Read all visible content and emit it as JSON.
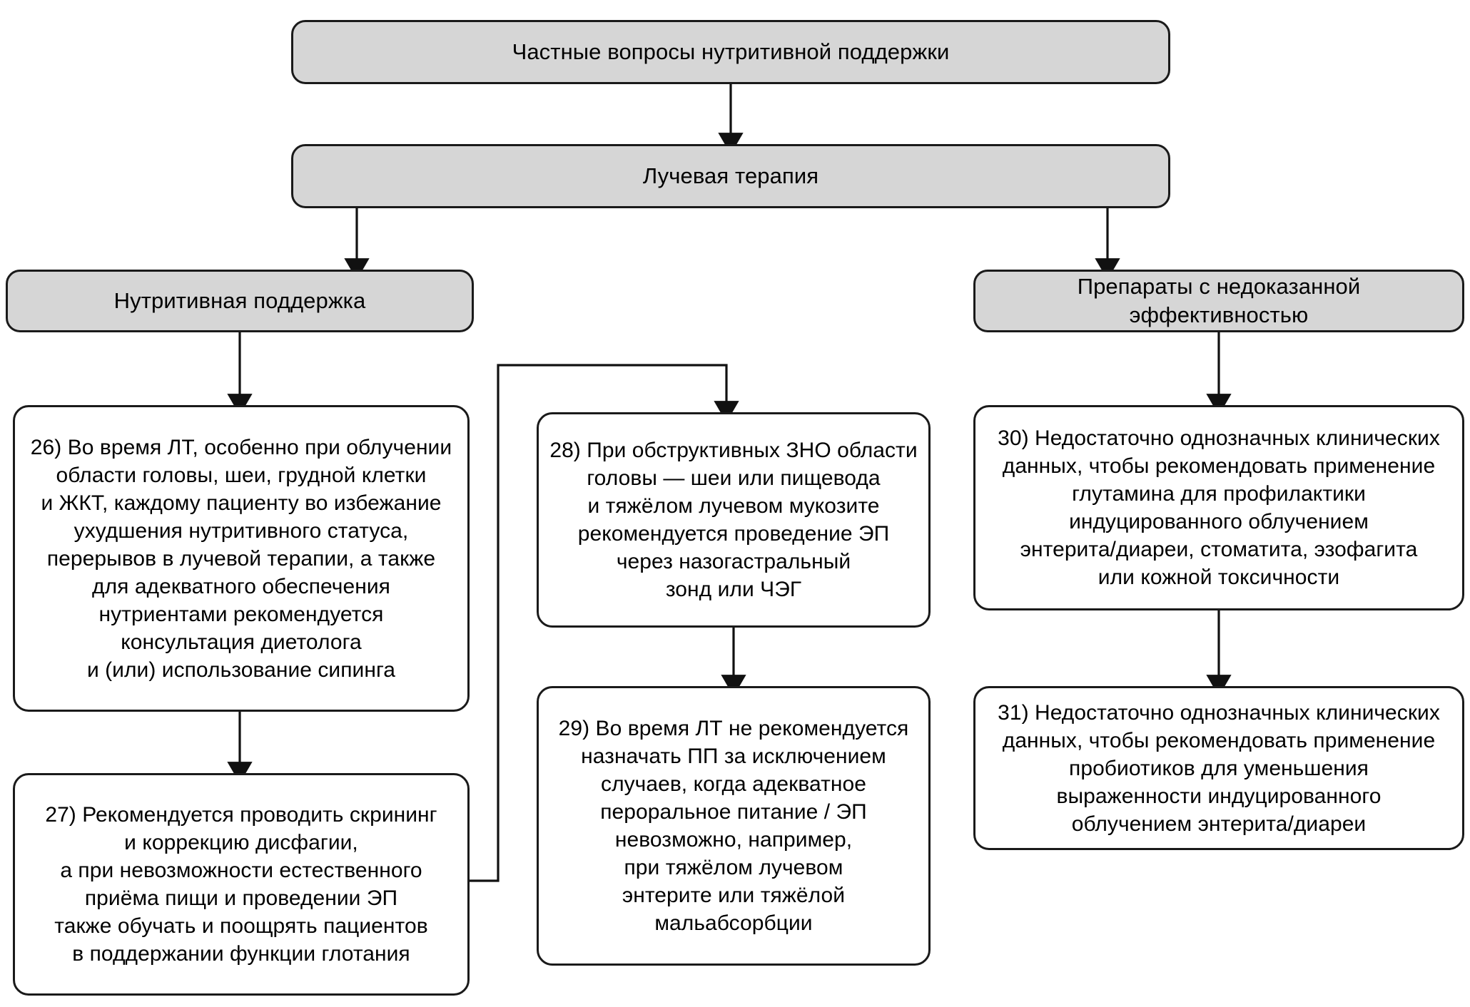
{
  "diagram": {
    "title": "Частные вопросы нутритивной поддержки",
    "colors": {
      "header_fill": "#d6d6d6",
      "leaf_fill": "#ffffff",
      "stroke": "#1a1a1a",
      "background": "#ffffff"
    },
    "nodes": {
      "root": "Частные вопросы нутритивной поддержки",
      "radiation": "Лучевая терапия",
      "nutrition_support": "Нутритивная поддержка",
      "unproven_drugs": "Препараты с недоказанной эффективностью",
      "rec_26": "26) Во время ЛТ, особенно при облучении\nобласти головы, шеи, грудной клетки\nи ЖКТ, каждому пациенту во избежание\nухудшения нутритивного статуса,\nперерывов в лучевой терапии, а также\nдля адекватного обеспечения\nнутриентами рекомендуется\nконсультация диетолога\nи (или) использование сипинга",
      "rec_27": "27) Рекомендуется проводить скрининг\nи коррекцию дисфагии,\nа при невозможности естественного\nприёма пищи и проведении ЭП\nтакже обучать и поощрять пациентов\nв поддержании функции глотания",
      "rec_28": "28) При обструктивных ЗНО области\nголовы — шеи или пищевода\nи тяжёлом лучевом мукозите\nрекомендуется проведение ЭП\nчерез назогастральный\nзонд или ЧЭГ",
      "rec_29": "29) Во время ЛТ не рекомендуется\nназначать ПП за исключением\nслучаев, когда адекватное\nпероральное питание / ЭП\nневозможно, например,\nпри тяжёлом лучевом\nэнтерите или тяжёлой\nмальабсорбции",
      "rec_30": "30) Недостаточно однозначных клинических\nданных, чтобы рекомендовать применение\nглутамина для профилактики\nиндуцированного облучением\nэнтерита/диареи, стоматита, эзофагита\nили кожной токсичности",
      "rec_31": "31) Недостаточно однозначных клинических\nданных, чтобы рекомендовать применение\nпробиотиков для уменьшения\nвыраженности индуцированного\nоблучением энтерита/диареи"
    },
    "edges": [
      {
        "from": "root",
        "to": "radiation"
      },
      {
        "from": "radiation",
        "to": "nutrition_support"
      },
      {
        "from": "radiation",
        "to": "unproven_drugs"
      },
      {
        "from": "nutrition_support",
        "to": "rec_26"
      },
      {
        "from": "rec_26",
        "to": "rec_27"
      },
      {
        "from": "rec_27",
        "to": "rec_28"
      },
      {
        "from": "rec_28",
        "to": "rec_29"
      },
      {
        "from": "unproven_drugs",
        "to": "rec_30"
      },
      {
        "from": "rec_30",
        "to": "rec_31"
      }
    ]
  }
}
